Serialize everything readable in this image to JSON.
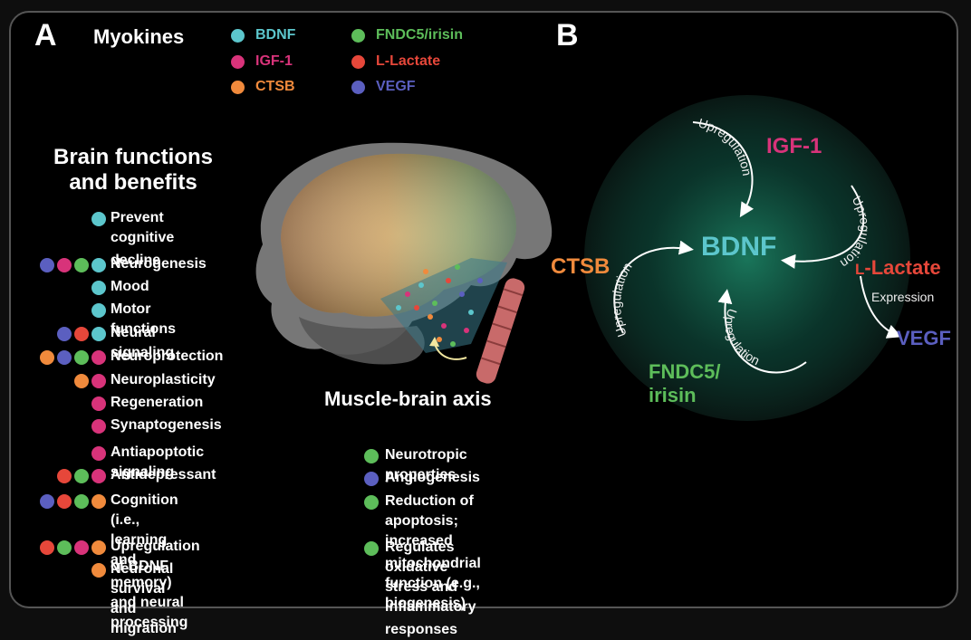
{
  "colors": {
    "bdnf": "#5cc6cc",
    "igf1": "#d8337a",
    "ctsb": "#f08a3c",
    "fndc5": "#5dbd5a",
    "lactate": "#e6473a",
    "vegf": "#5b5fc0"
  },
  "panel_a": {
    "letter": "A",
    "myokines_title": "Myokines",
    "legend": [
      {
        "label": "BDNF",
        "color": "#5cc6cc"
      },
      {
        "label": "IGF-1",
        "color": "#d8337a"
      },
      {
        "label": "CTSB",
        "color": "#f08a3c"
      },
      {
        "label": "FNDC5/irisin",
        "color": "#5dbd5a"
      },
      {
        "label": "L-Lactate",
        "color": "#e6473a"
      },
      {
        "label": "VEGF",
        "color": "#5b5fc0"
      }
    ],
    "brain_functions_title_line1": "Brain functions",
    "brain_functions_title_line2": "and benefits",
    "axis_label": "Muscle-brain axis",
    "functions_left": [
      {
        "label": "Prevent cognitive",
        "label2": "decline",
        "dots": [
          "#5cc6cc"
        ]
      },
      {
        "label": "Neurogenesis",
        "dots": [
          "#5b5fc0",
          "#d8337a",
          "#5dbd5a",
          "#5cc6cc"
        ]
      },
      {
        "label": "Mood",
        "dots": [
          "#5cc6cc"
        ]
      },
      {
        "label": "Motor functions",
        "dots": [
          "#5cc6cc"
        ]
      },
      {
        "label": "Neural signaling",
        "dots": [
          "#5b5fc0",
          "#e6473a",
          "#5cc6cc"
        ]
      },
      {
        "label": "Neuroprotection",
        "dots": [
          "#f08a3c",
          "#5b5fc0",
          "#5dbd5a",
          "#d8337a"
        ]
      },
      {
        "label": "Neuroplasticity",
        "dots": [
          "#f08a3c",
          "#d8337a"
        ]
      },
      {
        "label": "Regeneration",
        "dots": [
          "#d8337a"
        ]
      },
      {
        "label": "Synaptogenesis",
        "dots": [
          "#d8337a"
        ]
      },
      {
        "label": "Antiapoptotic signaling",
        "dots": [
          "#d8337a"
        ]
      },
      {
        "label": "Antidepressant",
        "dots": [
          "#e6473a",
          "#5dbd5a",
          "#d8337a"
        ]
      },
      {
        "label": "Cognition (i.e., learning and",
        "label2": "memory) and neural processing",
        "dots": [
          "#5b5fc0",
          "#e6473a",
          "#5dbd5a",
          "#f08a3c"
        ]
      },
      {
        "label": "Upregulation of BDNF",
        "dots": [
          "#e6473a",
          "#5dbd5a",
          "#d8337a",
          "#f08a3c"
        ]
      },
      {
        "label": "Neuronal survival and migration",
        "dots": [
          "#f08a3c"
        ]
      }
    ],
    "functions_right": [
      {
        "label": "Neurotropic properties",
        "dots": [
          "#5dbd5a"
        ]
      },
      {
        "label": "Angiogenesis",
        "dots": [
          "#5b5fc0"
        ]
      },
      {
        "label": "Reduction of apoptosis; increased",
        "label2": "mitochondrial function (e.g., biogenesis)",
        "dots": [
          "#5dbd5a"
        ]
      },
      {
        "label": "Regulates oxidative stress and inflammatory",
        "label2": "responses",
        "dots": [
          "#5dbd5a"
        ]
      }
    ]
  },
  "panel_b": {
    "letter": "B",
    "center": "BDNF",
    "igf1": "IGF-1",
    "ctsb": "CTSB",
    "lactate_prefix": "L",
    "lactate_rest": "-Lactate",
    "fndc5_line1": "FNDC5/",
    "fndc5_line2": "irisin",
    "vegf": "VEGF",
    "upregulation": "Upregulation",
    "expression": "Expression"
  }
}
